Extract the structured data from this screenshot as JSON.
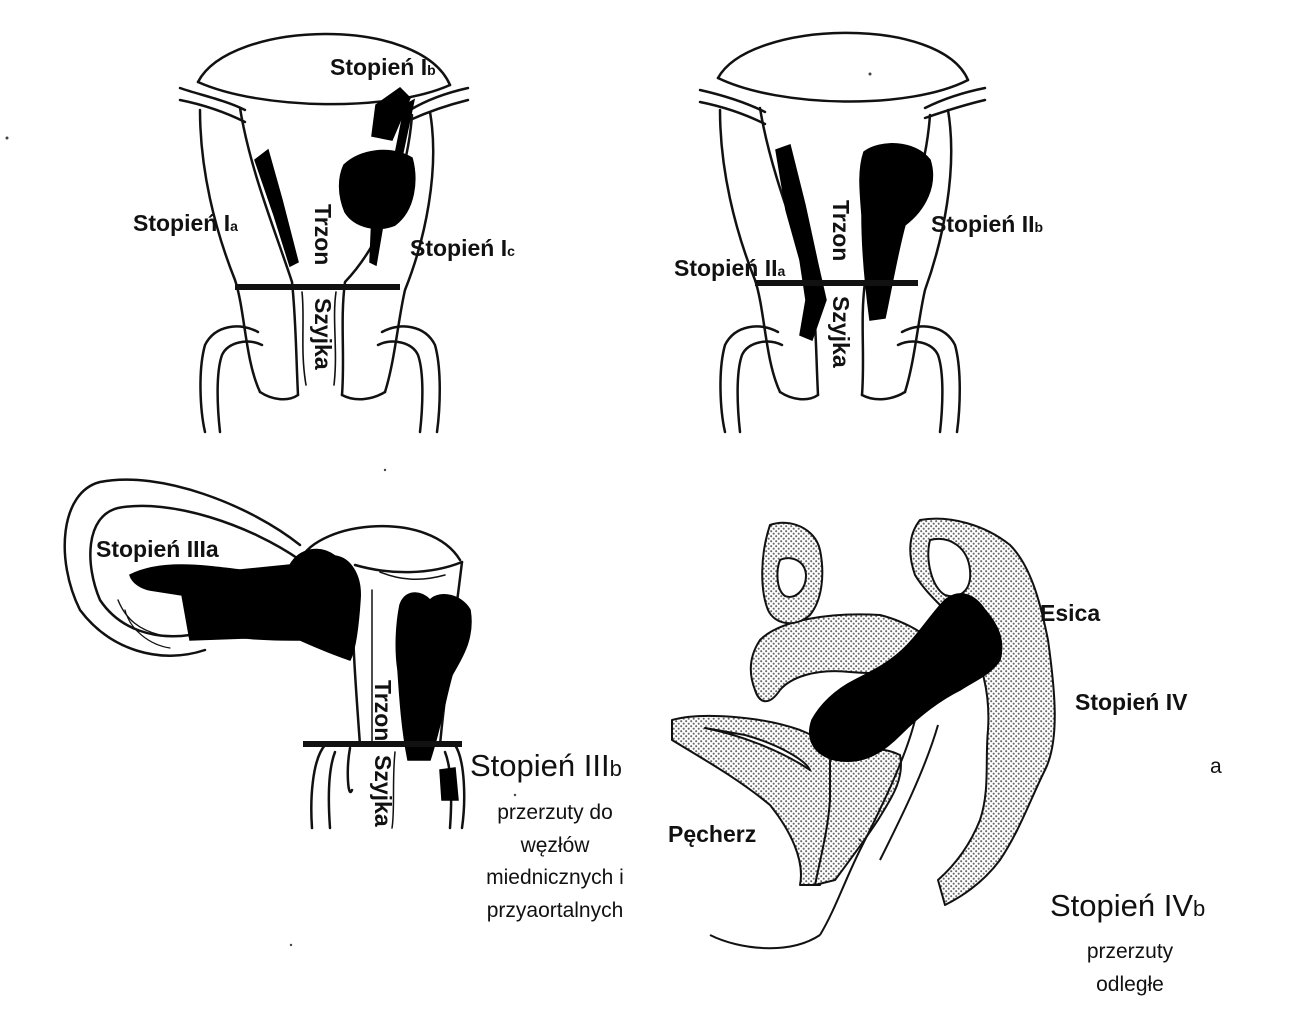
{
  "panel_top_left": {
    "stage_ia": "Stopień I",
    "stage_ia_sub": "a",
    "stage_ib": "Stopień I",
    "stage_ib_sub": "b",
    "stage_ic": "Stopień I",
    "stage_ic_sub": "c",
    "body_label": "Trzon",
    "cervix_label": "Szyjka"
  },
  "panel_top_right": {
    "stage_iia": "Stopień II",
    "stage_iia_sub": "a",
    "stage_iib": "Stopień II",
    "stage_iib_sub": "b",
    "body_label": "Trzon",
    "cervix_label": "Szyjka"
  },
  "panel_bottom_left": {
    "stage_iiia": "Stopień IIIa",
    "stage_iiib": "Stopień III",
    "stage_iiib_sub": "b",
    "stage_iiib_desc": [
      "przerzuty do",
      "węzłów",
      "miednicznych i",
      "przyaortalnych"
    ],
    "body_label": "Trzon",
    "cervix_label": "Szyjka"
  },
  "panel_bottom_right": {
    "colon_label": "Esica",
    "stage_iv": "Stopień IV",
    "bladder_label": "Pęcherz",
    "stage_ivb": "Stopień IV",
    "stage_ivb_sub": "b",
    "stage_ivb_desc": [
      "przerzuty",
      "odległe"
    ],
    "panel_letter": "a"
  },
  "colors": {
    "ink": "#111111",
    "tumor": "#000000",
    "stipple": "#9a9a9a"
  }
}
